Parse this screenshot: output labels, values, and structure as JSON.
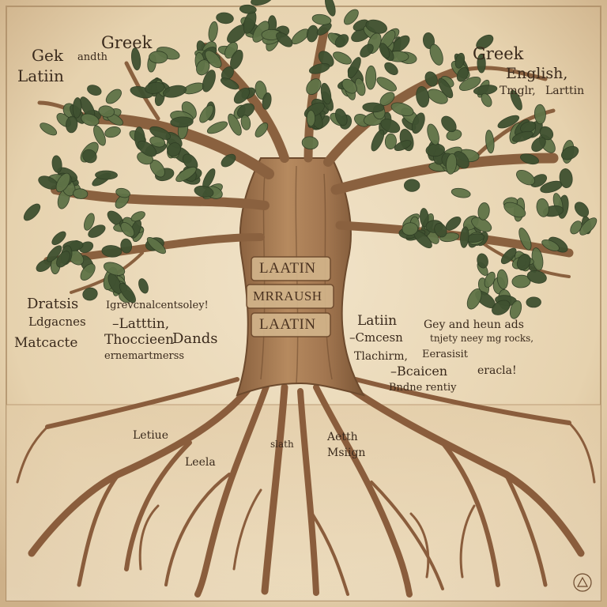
{
  "colors": {
    "parchment": "#ecdcbf",
    "parchment_edge": "#c9ad84",
    "frame": "#a5865f",
    "trunk": "#a57a52",
    "trunk_dark": "#7a5535",
    "root": "#8a5d3c",
    "leaf": "#5f7347",
    "leaf_dark": "#3f5130",
    "ink": "#3a2a1c"
  },
  "trunk_labels": [
    "LAATIN",
    "MRRAUSH",
    "LAATIN"
  ],
  "labels": {
    "top_left_1": "Gek",
    "top_left_2": "andth",
    "top_left_3": "Greek",
    "top_left_4": "Latiin",
    "top_right_1": "Greek",
    "top_right_2": "English,",
    "top_right_3": "Tmglr,",
    "top_right_4": "Larttin",
    "mid_left_1": "Dratsis",
    "mid_left_2": "Igrevcnalcentsoley!",
    "mid_left_3": "Ldgacnes",
    "mid_left_4": "–Latttin,",
    "mid_left_5": "Matcacte",
    "mid_left_6": "Thoccieen",
    "mid_left_7": "Dands",
    "mid_left_8": "ernemartmerss",
    "mid_right_1": "Latiin",
    "mid_right_2": "–Cmcesn",
    "mid_right_3": "Tlachirm,",
    "mid_right_4": "–Bcaicen",
    "mid_right_5": "Bndne rentiy",
    "mid_right_6": "Gey and heun ads",
    "mid_right_7": "tnjety neey mg rocks,",
    "mid_right_8": "Eerasisit",
    "mid_right_9": "eracla!",
    "root_1": "Letiue",
    "root_2": "Leela",
    "root_3": "Aetth",
    "root_4": "Msiign",
    "root_5": "slath"
  }
}
